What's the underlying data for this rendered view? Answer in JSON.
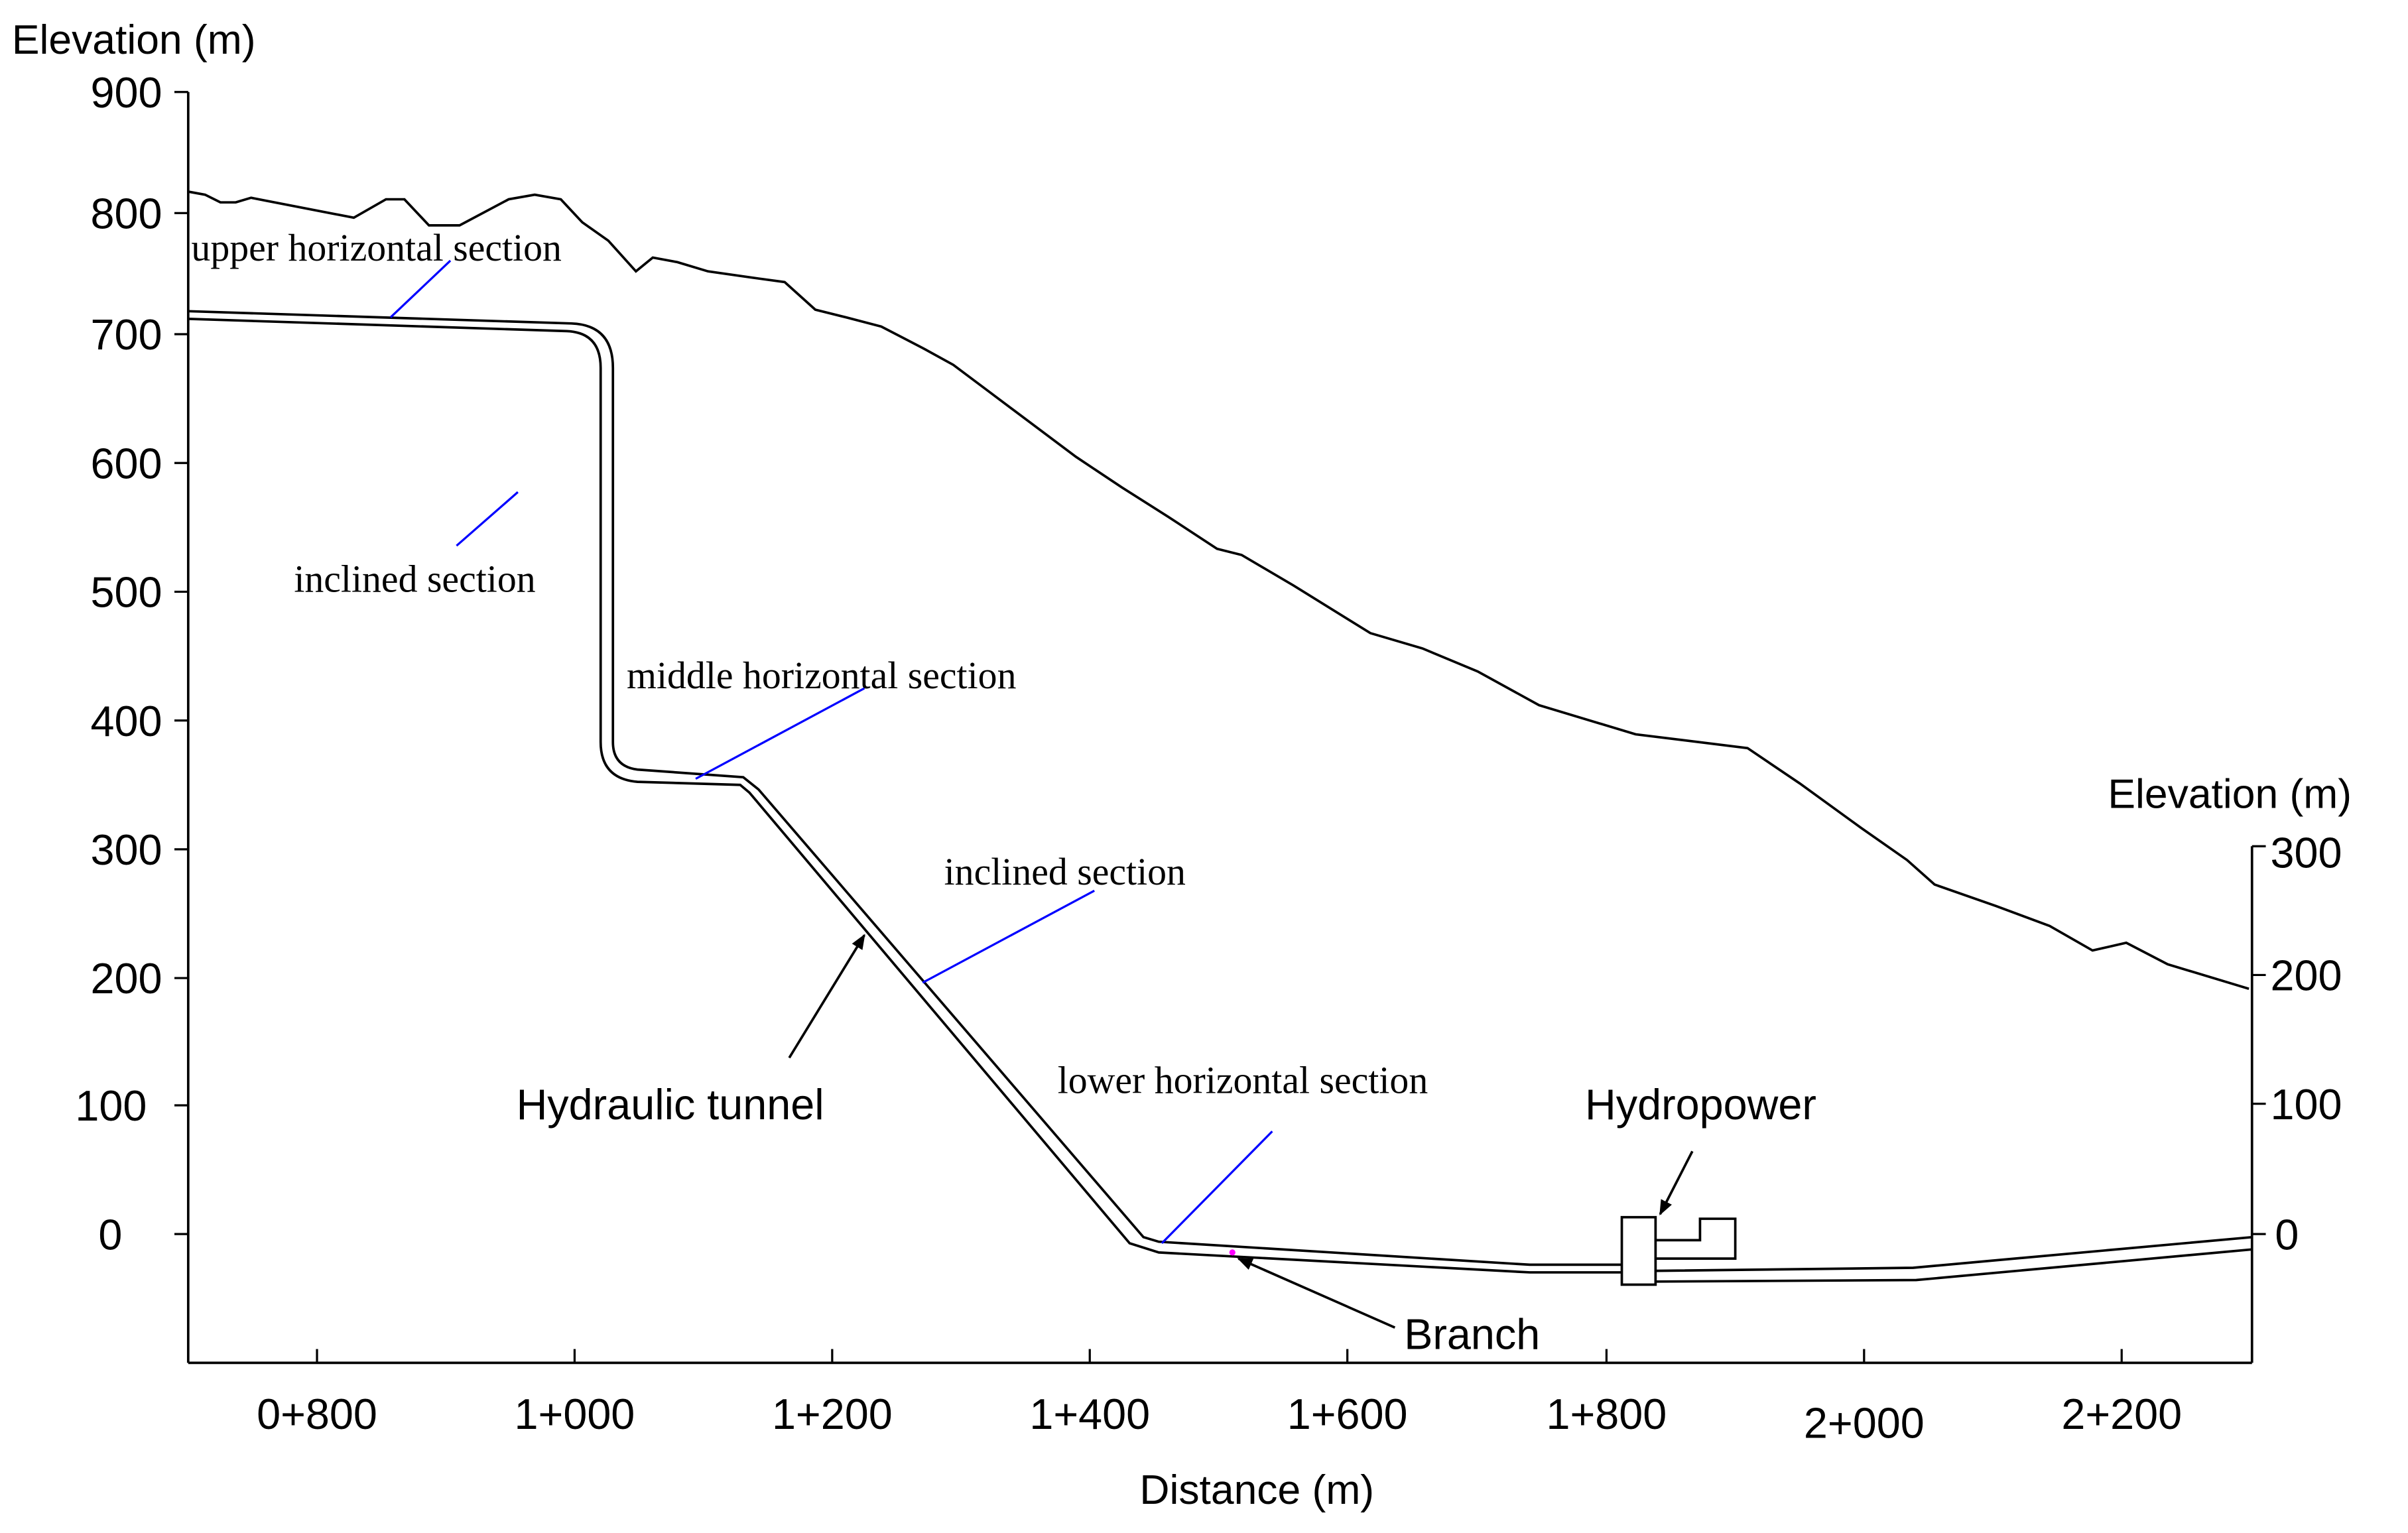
{
  "axes": {
    "left_axis_title": "Elevation (m)",
    "right_axis_title": "Elevation (m)",
    "x_axis_title": "Distance (m)",
    "left_ticks": [
      "900",
      "800",
      "700",
      "600",
      "500",
      "400",
      "300",
      "200",
      "100",
      "0"
    ],
    "right_ticks": [
      "300",
      "200",
      "100",
      "0"
    ],
    "x_ticks": [
      "0+800",
      "1+000",
      "1+200",
      "1+400",
      "1+600",
      "1+800",
      "2+000",
      "2+200"
    ]
  },
  "labels": {
    "upper_horizontal": "upper horizontal section",
    "inclined_upper": "inclined section",
    "middle_horizontal": "middle horizontal section",
    "inclined_lower": "inclined section",
    "lower_horizontal": "lower horizontal section",
    "hydraulic_tunnel": "Hydraulic tunnel",
    "hydropower": "Hydropower",
    "branch": "Branch"
  },
  "colors": {
    "line": "#000000",
    "leader": "#0000ff",
    "branch_marker": "#ff00ff"
  }
}
